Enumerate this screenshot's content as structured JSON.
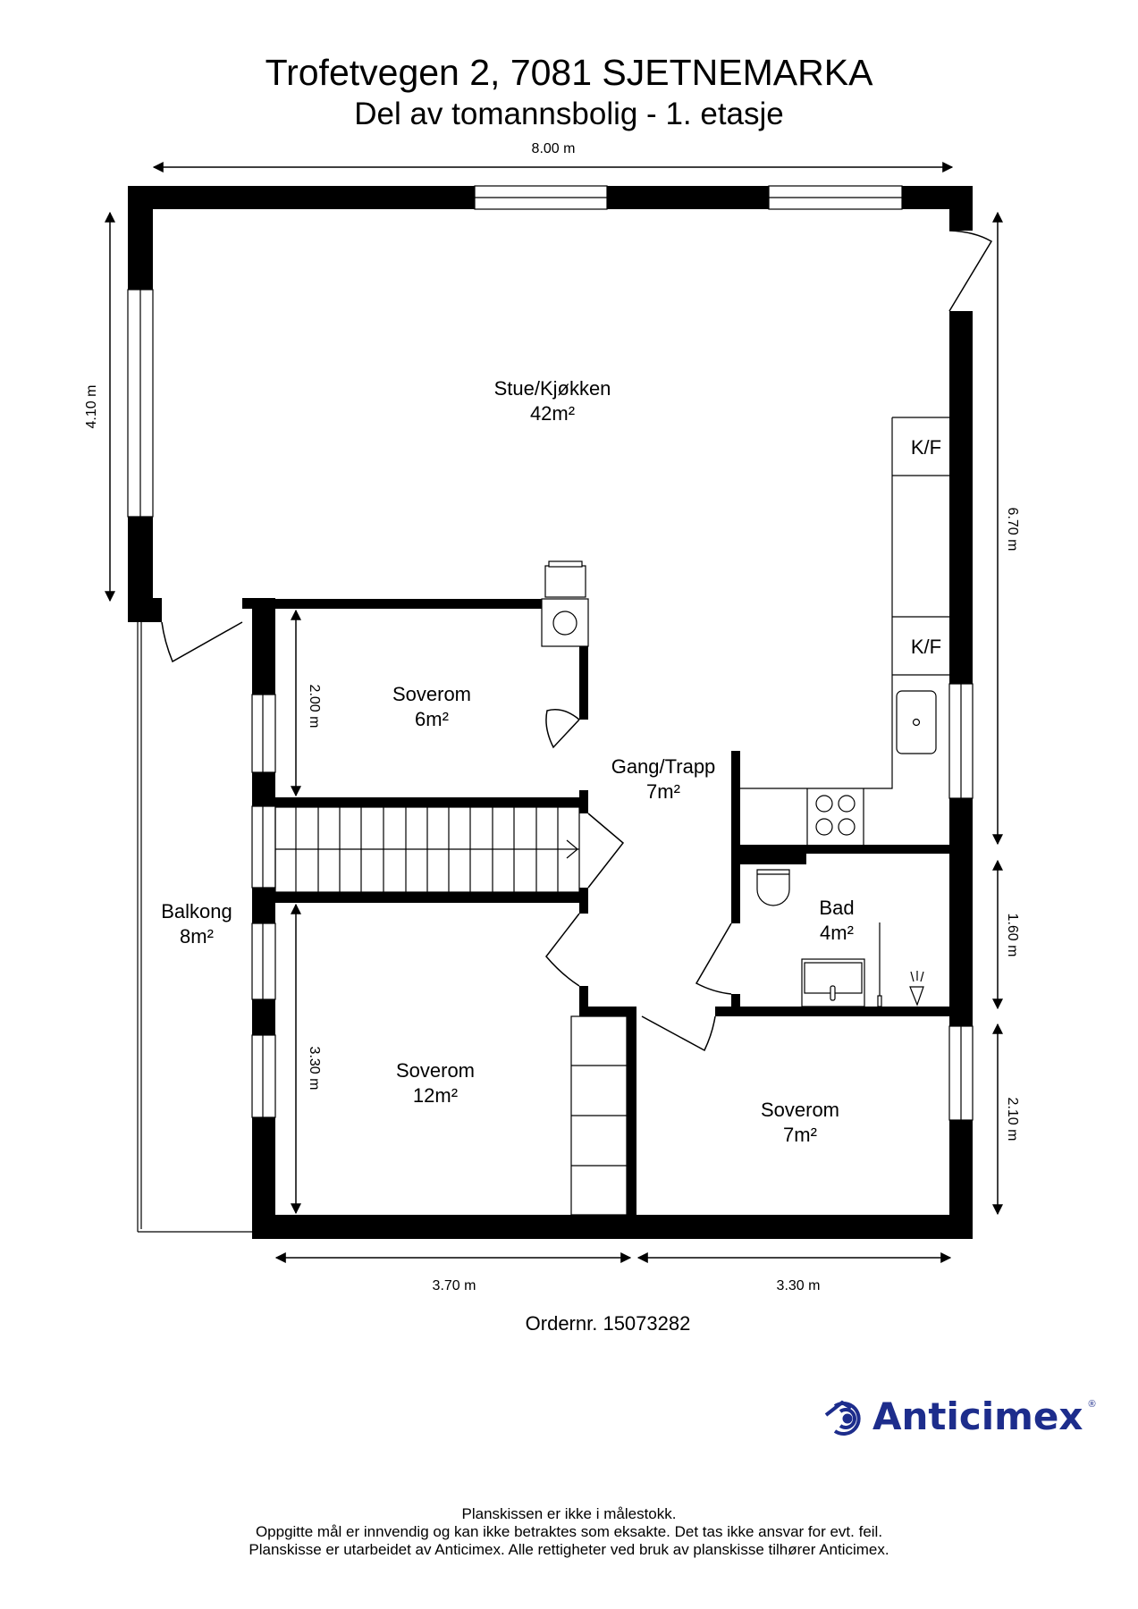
{
  "header": {
    "title": "Trofetvegen 2, 7081 SJETNEMARKA",
    "subtitle": "Del av tomannsbolig - 1. etasje"
  },
  "dimensions": {
    "top_width": "8.00 m",
    "left_height": "4.10 m",
    "right_upper": "6.70 m",
    "right_middle": "1.60 m",
    "right_lower": "2.10 m",
    "soverom6_height": "2.00 m",
    "soverom12_height": "3.30 m",
    "bottom_left": "3.70 m",
    "bottom_right": "3.30 m"
  },
  "rooms": [
    {
      "name": "Stue/Kjøkken",
      "area": "42m²"
    },
    {
      "name": "Soverom",
      "area": "6m²"
    },
    {
      "name": "Gang/Trapp",
      "area": "7m²"
    },
    {
      "name": "Bad",
      "area": "4m²"
    },
    {
      "name": "Balkong",
      "area": "8m²"
    },
    {
      "name": "Soverom",
      "area": "12m²"
    },
    {
      "name": "Soverom",
      "area": "7m²"
    }
  ],
  "fixtures": {
    "kf_label_1": "K/F",
    "kf_label_2": "K/F"
  },
  "order": "Ordernr. 15073282",
  "logo": {
    "name": "Anticimex",
    "registered": "®",
    "color": "#1d2d8c"
  },
  "footer": {
    "line1": "Planskissen er ikke i målestokk.",
    "line2": "Oppgitte mål er innvendig og kan ikke betraktes som eksakte. Det tas ikke ansvar for evt. feil.",
    "line3": "Planskisse er utarbeidet av Anticimex. Alle rettigheter ved bruk av planskisse tilhører Anticimex."
  }
}
